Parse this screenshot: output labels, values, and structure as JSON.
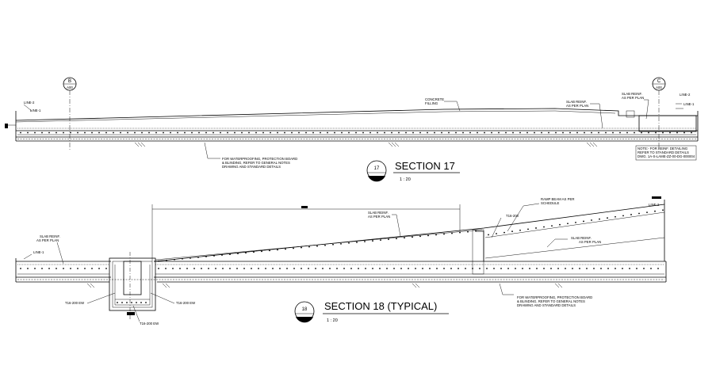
{
  "sections": [
    {
      "number": "17",
      "title": "SECTION 17",
      "scale": "1 : 20",
      "grid_bubbles": [
        {
          "letter": "B",
          "ref": "A00"
        },
        {
          "letter": "C",
          "ref": "A00"
        }
      ],
      "labels": {
        "line_left_top": "LINE-2",
        "line_left_bottom": "LINE-1",
        "concrete_filling_1": "CONCRETE",
        "concrete_filling_2": "FILLING",
        "slab_reinf_1_1": "SLAB REINF.",
        "slab_reinf_1_2": "AS PER PLAN",
        "slab_reinf_2_1": "SLAB REINF.",
        "slab_reinf_2_2": "AS PER PLAN",
        "line_right_top": "LINE-2",
        "line_right_bottom": "LINE-1",
        "waterproof_1": "FOR WATERPROOFING, PROTECTION BOARD",
        "waterproof_2": "& BLINDING, REFER TO GENERAL NOTES",
        "waterproof_3": "DRAWING AND STANDARD DETAILS",
        "note_1": "NOTE:- FOR REINF. DETAILING",
        "note_2": "REFER TO STANDARD DETAILS",
        "note_3": "DWG. 1A-S-LAME-ZZ-00-DG-000004"
      }
    },
    {
      "number": "18",
      "title": "SECTION 18 (TYPICAL)",
      "scale": "1 : 20",
      "labels": {
        "slab_reinf_left_1": "SLAB REINF.",
        "slab_reinf_left_2": "AS PER PLAN",
        "line_left": "LINE-1",
        "slab_reinf_mid_1": "SLAB REINF.",
        "slab_reinf_mid_2": "AS PER PLAN",
        "t16_200": "T16-200",
        "ramp_beam_1": "RAMP BEAM AS PER",
        "ramp_beam_2": "SCHEDULE",
        "line_right": "LINE-2",
        "slab_reinf_right_1": "SLAB REINF.",
        "slab_reinf_right_2": "AS PER PLAN",
        "bar_left": "T16-200 EW",
        "bar_right": "T16-200 EW",
        "bar_bottom": "T16-200 EW",
        "waterproof_1": "FOR WATERPROOFING, PROTECTION BOARD",
        "waterproof_2": "& BLINDING, REFER TO GENERAL NOTES",
        "waterproof_3": "DRAWING AND STANDARD DETAILS"
      }
    }
  ]
}
